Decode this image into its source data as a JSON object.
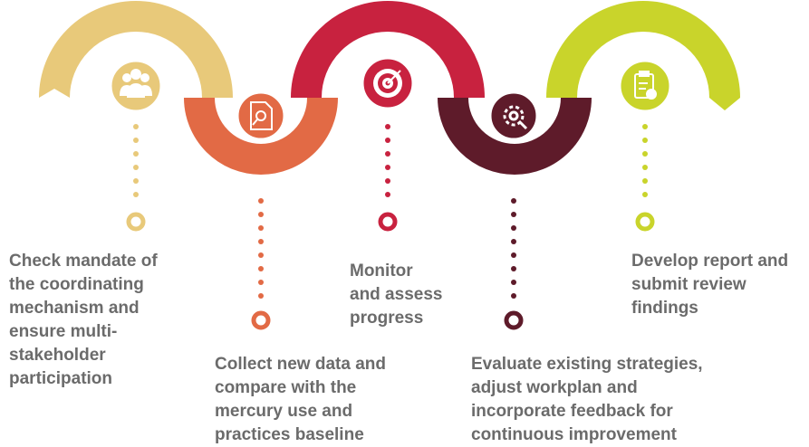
{
  "process": {
    "steps": [
      {
        "label": "Check mandate of\nthe coordinating\nmechanism and\nensure multi-\nstakeholder\nparticipation",
        "color": "#E8C97A",
        "icon": "stakeholders-icon"
      },
      {
        "label": "Collect new data and\ncompare with the\nmercury use and\npractices baseline",
        "color": "#E26A45",
        "icon": "document-search-icon"
      },
      {
        "label": "Monitor\nand assess\nprogress",
        "color": "#C8223F",
        "icon": "target-icon"
      },
      {
        "label": "Evaluate existing strategies,\nadjust workplan and\nincorporate feedback for\ncontinuous improvement",
        "color": "#5E1B2A",
        "icon": "gear-wrench-icon"
      },
      {
        "label": "Develop report and\nsubmit review\nfindings",
        "color": "#C9D42B",
        "icon": "clipboard-check-icon"
      }
    ]
  }
}
